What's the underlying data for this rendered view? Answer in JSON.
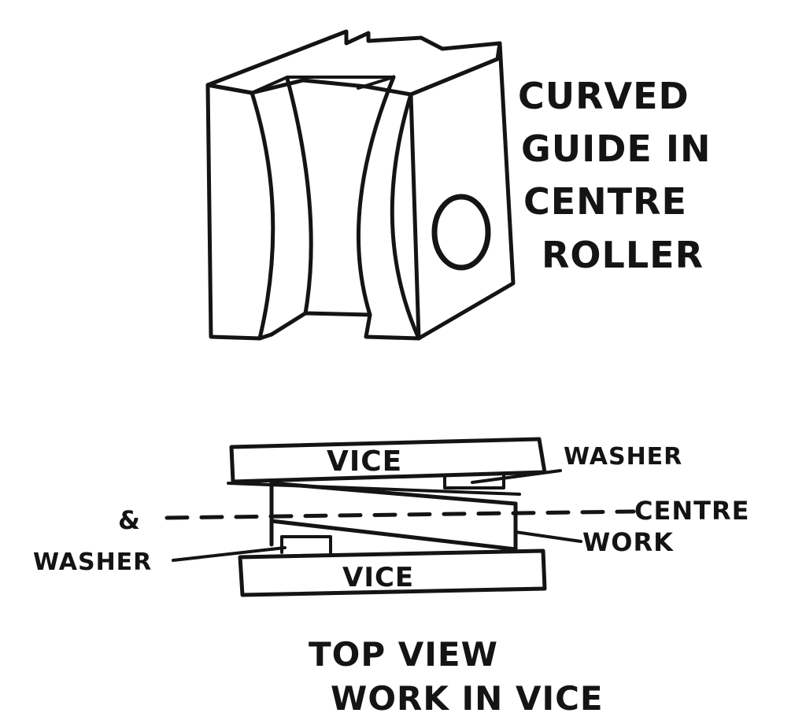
{
  "roller_caption": {
    "line1": "CURVED",
    "line2": "GUIDE IN",
    "line3": "CENTRE",
    "line4": "ROLLER"
  },
  "vice_diagram": {
    "top_jaw": "VICE",
    "bottom_jaw": "VICE",
    "washer_right": "WASHER",
    "washer_left": "WASHER",
    "centre_label": "CENTRE",
    "work_label": "WORK",
    "centreline_symbol": "&"
  },
  "bottom_caption": {
    "line1": "TOP VIEW",
    "line2": "WORK IN VICE"
  },
  "colors": {
    "ink": "#141414",
    "paper": "#ffffff"
  }
}
